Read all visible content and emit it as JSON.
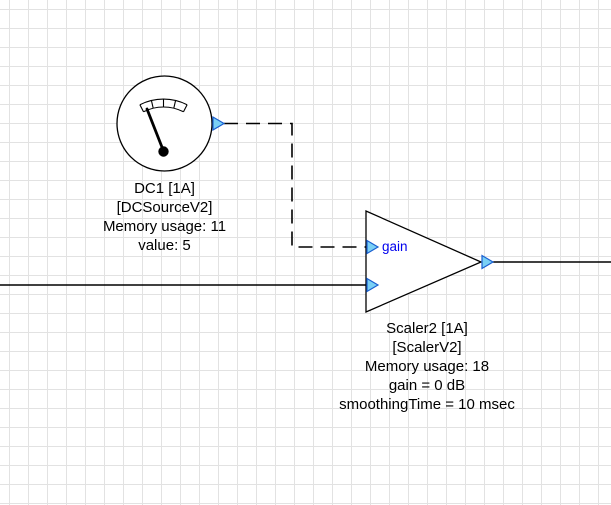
{
  "canvas": {
    "grid_color": "#e2e2e2",
    "background": "#ffffff"
  },
  "colors": {
    "pin_fill": "#7ad0f5",
    "pin_stroke": "#1a5fd0",
    "wire": "#000000",
    "outline": "#000000",
    "text": "#000000",
    "pin_label_color": "#0000ee"
  },
  "dc_source": {
    "title": "DC1 [1A]",
    "module_class": "[DCSourceV2]",
    "memory": "Memory usage: 11",
    "value": "value: 5"
  },
  "scaler": {
    "title": "Scaler2 [1A]",
    "module_class": "[ScalerV2]",
    "memory": "Memory usage: 18",
    "gain": "gain = 0 dB",
    "smoothing": "smoothingTime = 10 msec",
    "input_pin_label": "gain"
  }
}
